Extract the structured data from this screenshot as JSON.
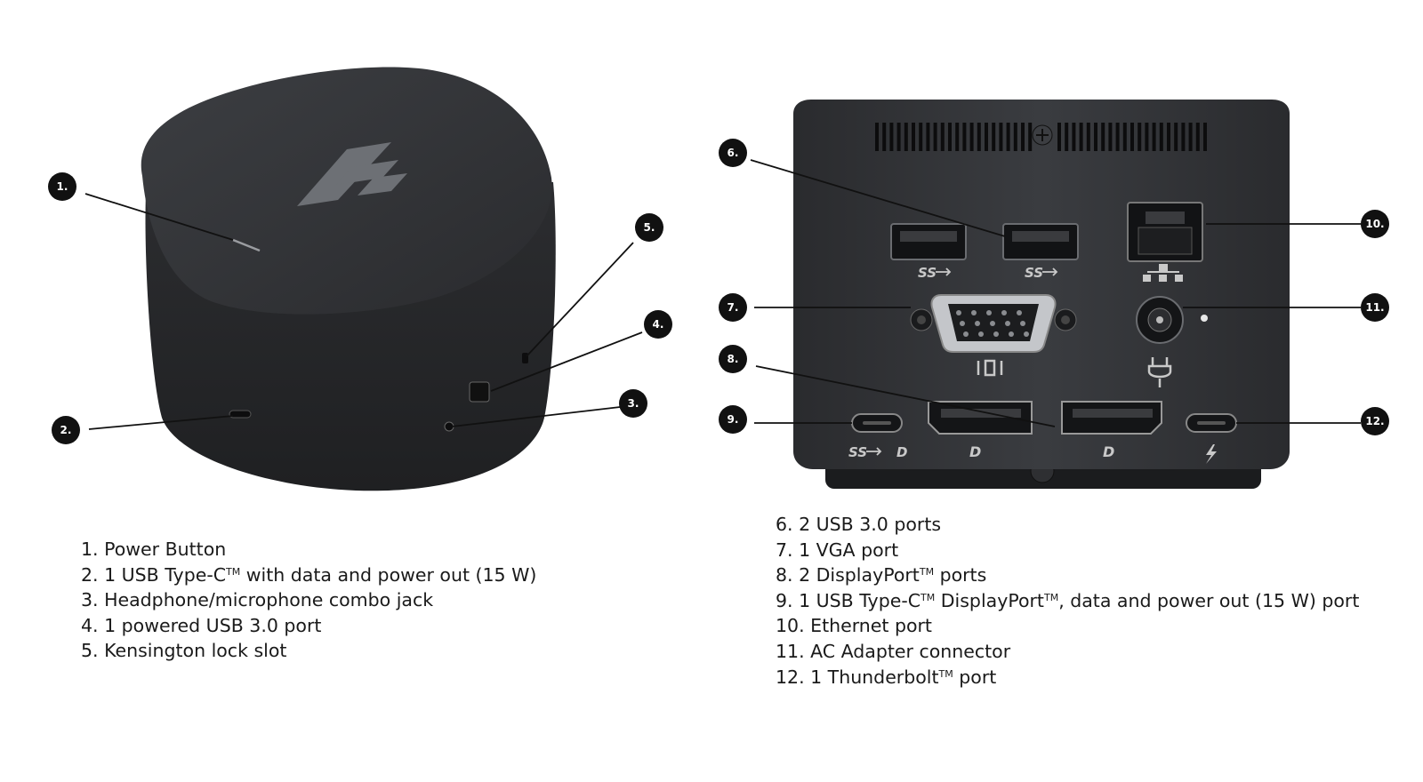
{
  "callouts": [
    "1.",
    "2.",
    "3.",
    "4.",
    "5.",
    "6.",
    "7.",
    "8.",
    "9.",
    "10.",
    "11.",
    "12."
  ],
  "legend_left": [
    {
      "pre": "1. Power Button"
    },
    {
      "pre": "2. 1 USB Type-C",
      "sup": "TM",
      "post": " with data and power out (15 W)"
    },
    {
      "pre": "3. Headphone/microphone combo jack"
    },
    {
      "pre": "4. 1 powered USB 3.0 port"
    },
    {
      "pre": "5. Kensington lock slot"
    }
  ],
  "legend_right": [
    {
      "pre": "6. 2 USB 3.0 ports"
    },
    {
      "pre": "7. 1 VGA port"
    },
    {
      "pre": "8. 2 DisplayPort",
      "sup": "TM",
      "post": " ports"
    },
    {
      "pre": "9. 1 USB Type-C",
      "sup": "TM",
      "mid": " DisplayPort",
      "sup2": "TM",
      "post": ", data and power out (15 W) port"
    },
    {
      "pre": "10. Ethernet port"
    },
    {
      "pre": "11. AC Adapter connector"
    },
    {
      "pre": "12. 1 Thunderbolt",
      "sup": "TM",
      "post": " port"
    }
  ],
  "port_labels": {
    "usb_ss": "SS",
    "ss_dp": "SS",
    "dp": "D"
  },
  "colors": {
    "device": "#2e3033",
    "device_dark": "#1c1d1f",
    "label": "#111111"
  }
}
